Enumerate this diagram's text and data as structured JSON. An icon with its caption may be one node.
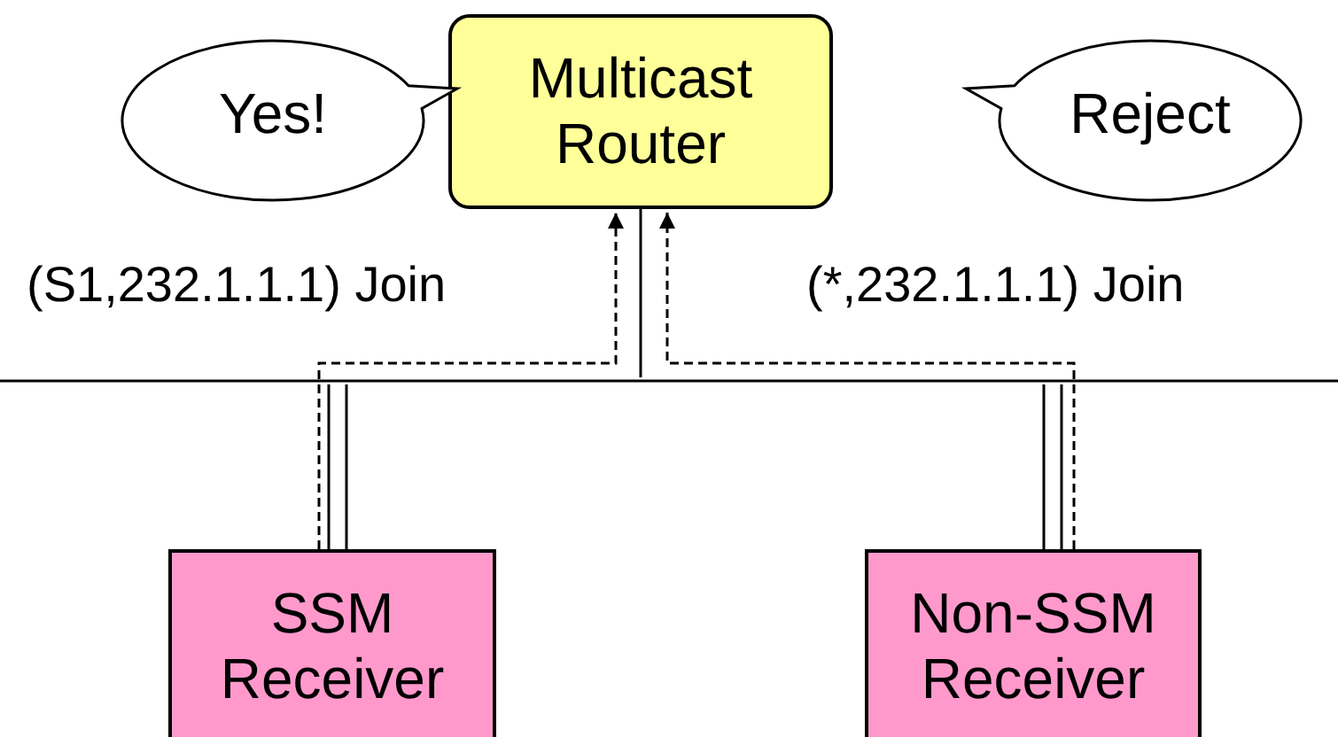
{
  "diagram": {
    "nodes": [
      {
        "text": [
          "Multicast Router"
        ]
      },
      {
        "text": [
          "Yes!"
        ]
      },
      {
        "text": [
          "Reject"
        ]
      },
      {
        "text": [
          "SSM Receiver"
        ]
      },
      {
        "text": [
          "Non-SSM Receiver"
        ]
      },
      {
        "text": [],
        "shape": "line"
      }
    ],
    "edges": [
      {
        "from": 0,
        "to": 5,
        "arrow": "none"
      },
      {
        "from": 3,
        "to": 5,
        "arrow": "none"
      },
      {
        "from": 4,
        "to": 5,
        "arrow": "none"
      },
      {
        "from": 3,
        "to": 0,
        "arrow": "to",
        "style": "dashed",
        "label": "(S1,232.1.1.1) Join"
      },
      {
        "from": 4,
        "to": 0,
        "arrow": "to",
        "style": "dashed",
        "label": "(*,232.1.1.1) Join"
      }
    ]
  }
}
